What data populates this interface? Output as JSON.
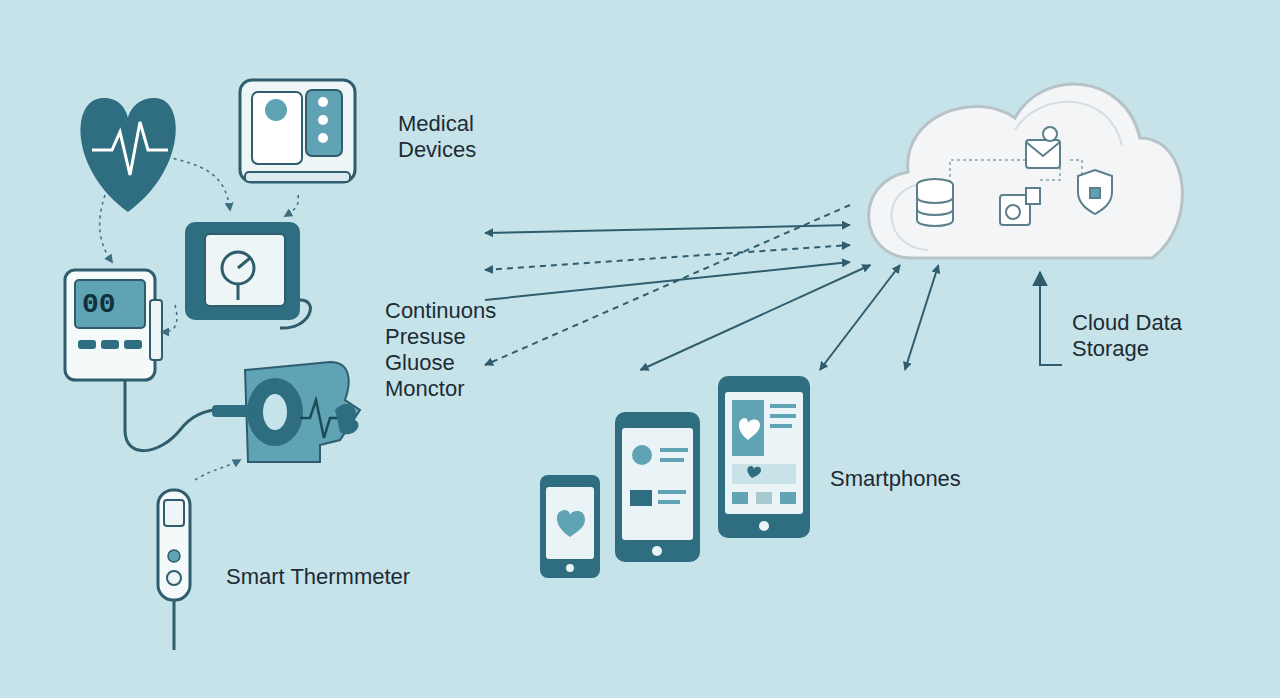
{
  "diagram": {
    "nodes": [
      {
        "text": [
          "Medical Devices"
        ]
      },
      {
        "text": [
          "Cloud Data Storage"
        ]
      },
      {
        "text": [
          "Smartphones"
        ]
      }
    ],
    "edges": [
      {
        "from": 0,
        "to": 1,
        "arrow": "both"
      },
      {
        "from": 0,
        "to": 1,
        "arrow": "both"
      },
      {
        "from": 0,
        "to": 1,
        "arrow": "to"
      },
      {
        "from": 1,
        "to": 0,
        "arrow": "to"
      },
      {
        "from": 1,
        "to": 2,
        "arrow": "both"
      },
      {
        "from": 1,
        "to": 2,
        "arrow": "both"
      },
      {
        "from": 2,
        "to": 1,
        "arrow": "both"
      }
    ],
    "labels": [
      "Continuons Presuse Gluose Monctor",
      "Smart Thermmeter",
      "00"
    ]
  }
}
